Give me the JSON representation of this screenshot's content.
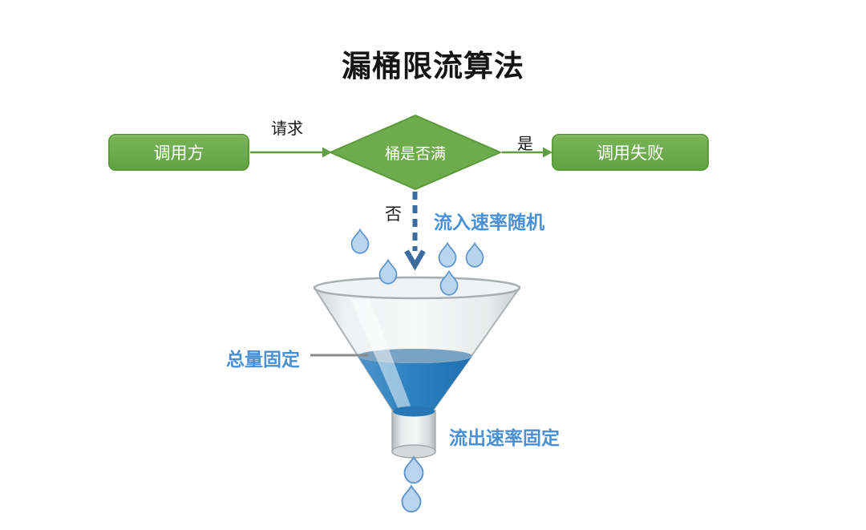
{
  "title": "漏桶限流算法",
  "flowchart": {
    "caller_label": "调用方",
    "decision_label": "桶是否满",
    "fail_label": "调用失败",
    "request_label": "请求",
    "yes_label": "是",
    "no_label": "否"
  },
  "bucket": {
    "inflow_label": "流入速率随机",
    "capacity_label": "总量固定",
    "outflow_label": "流出速率固定"
  },
  "colors": {
    "node_green": "#6dab4c",
    "node_border_green": "#5b9a3a",
    "arrow_green": "#5f9e42",
    "dashed_arrow_blue": "#3a6b9e",
    "label_blue": "#4a90d5",
    "water_blue": "#2d83c0",
    "drop_fill": "#b8d4ee",
    "drop_stroke": "#5b93cc"
  }
}
